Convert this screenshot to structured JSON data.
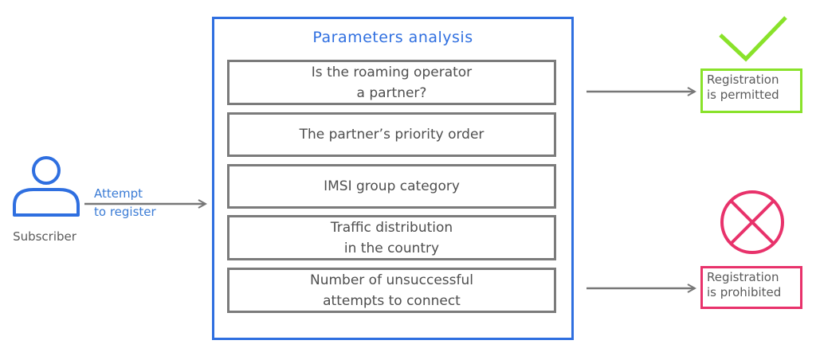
{
  "subscriber": {
    "label": "Subscriber",
    "attempt_label": "Attempt\nto register"
  },
  "analysis": {
    "title": "Parameters analysis",
    "parameters": [
      "Is the roaming operator\na partner?",
      "The partner’s priority order",
      "IMSI group category",
      "Traffic distribution\nin the country",
      "Number of unsuccessful\nattempts to connect"
    ]
  },
  "outcomes": {
    "permitted": "Registration\nis permitted",
    "prohibited": "Registration\nis prohibited"
  },
  "colors": {
    "accent_blue": "#2f6fe0",
    "subscriber_blue": "#3a7bd5",
    "permitted_green": "#89e22a",
    "prohibited_pink": "#e8326b",
    "box_gray": "#7b7b7b",
    "arrow_gray": "#777777"
  },
  "icons": {
    "subscriber": "person-icon",
    "permitted": "checkmark-icon",
    "prohibited": "crossed-circle-icon"
  }
}
